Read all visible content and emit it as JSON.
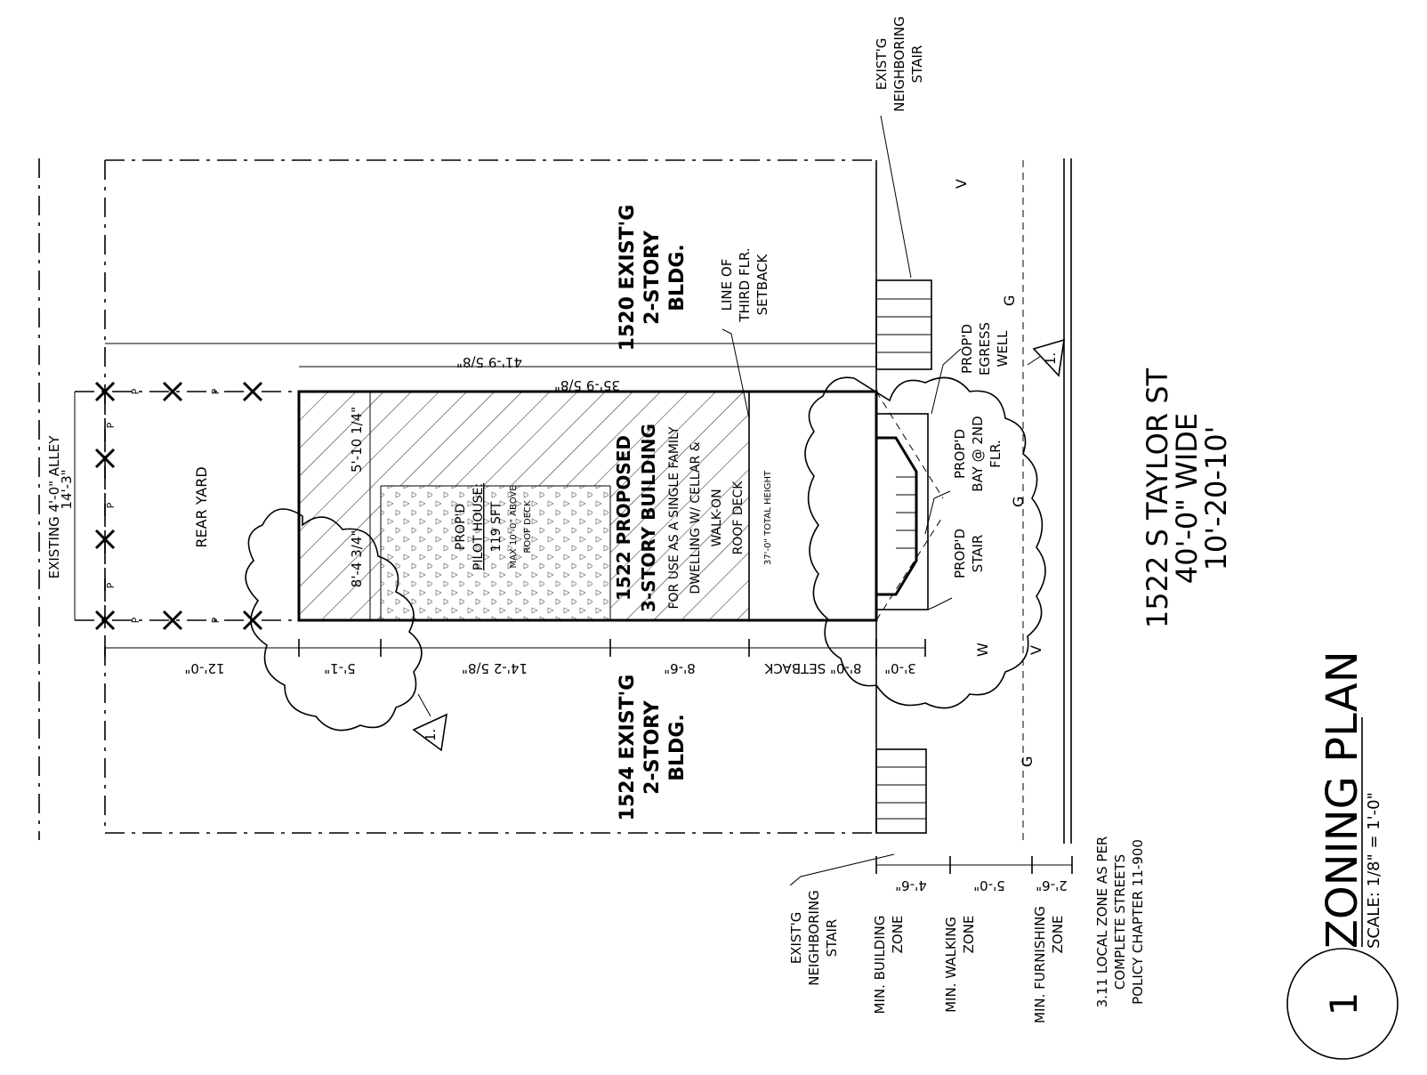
{
  "title": {
    "number": "1",
    "name": "ZONING PLAN",
    "scale": "SCALE: 1/8\" = 1'-0\""
  },
  "street": {
    "name": "1522 S TAYLOR ST",
    "width": "40'-0\" WIDE",
    "section": "10'-20-10'"
  },
  "buildings": {
    "north": [
      "1520 EXIST'G",
      "2-STORY",
      "BLDG."
    ],
    "south": [
      "1524 EXIST'G",
      "2-STORY",
      "BLDG."
    ],
    "proposed": {
      "title": [
        "1522 PROPOSED",
        "3-STORY BUILDING"
      ],
      "use": [
        "FOR USE AS A SINGLE FAMILY",
        "DWELLING W/ CELLAR &",
        "WALK-ON",
        "ROOF DECK"
      ],
      "height": "37'-0\" TOTAL HEIGHT"
    },
    "pilot_house": [
      "PROP'D",
      "PILOT HOUSE:",
      "119 SFT",
      "MAX 10'-0\" ABOVE",
      "ROOF DECK"
    ]
  },
  "labels": {
    "rear_yard": "REAR YARD",
    "alley": [
      "EXISTING 4'-0\" ALLEY",
      "14'-3\""
    ],
    "third_floor": [
      "LINE OF",
      "THIRD FLR.",
      "SETBACK"
    ],
    "neighbor_stair_top": [
      "EXIST'G",
      "NEIGHBORING",
      "STAIR"
    ],
    "neighbor_stair_bottom": [
      "EXIST'G",
      "NEIGHBORING",
      "STAIR"
    ],
    "egress": [
      "PROP'D",
      "EGRESS",
      "WELL"
    ],
    "bay": [
      "PROP'D",
      "BAY @ 2ND",
      "FLR."
    ],
    "stair": [
      "PROP'D",
      "STAIR"
    ],
    "revision": "1."
  },
  "dimensions": {
    "overall": "41'-9 5/8\"",
    "building": "35'-9 5/8\"",
    "rear": "12'-0\"",
    "d1": "5'-1\"",
    "d2": "14'-2 5/8\"",
    "d3": "8'-6\"",
    "setback": "8'-0\" SETBACK",
    "front": "3'-0\"",
    "side1": "5'-10 1/4\"",
    "side2": "8'-4 3/4\""
  },
  "zones": {
    "building": [
      "MIN. BUILDING",
      "ZONE"
    ],
    "building_dim": "4'-6\"",
    "walking": [
      "MIN. WALKING",
      "ZONE"
    ],
    "walking_dim": "5'-0\"",
    "furnishing": [
      "MIN. FURNISHING",
      "ZONE"
    ],
    "furnishing_dim": "2'-6\"",
    "note": [
      "3.11 LOCAL ZONE AS PER",
      "COMPLETE STREETS",
      "POLICY CHAPTER 11-900"
    ]
  },
  "utility": {
    "v": "V",
    "g": "G",
    "w": "W",
    "p": "P"
  }
}
